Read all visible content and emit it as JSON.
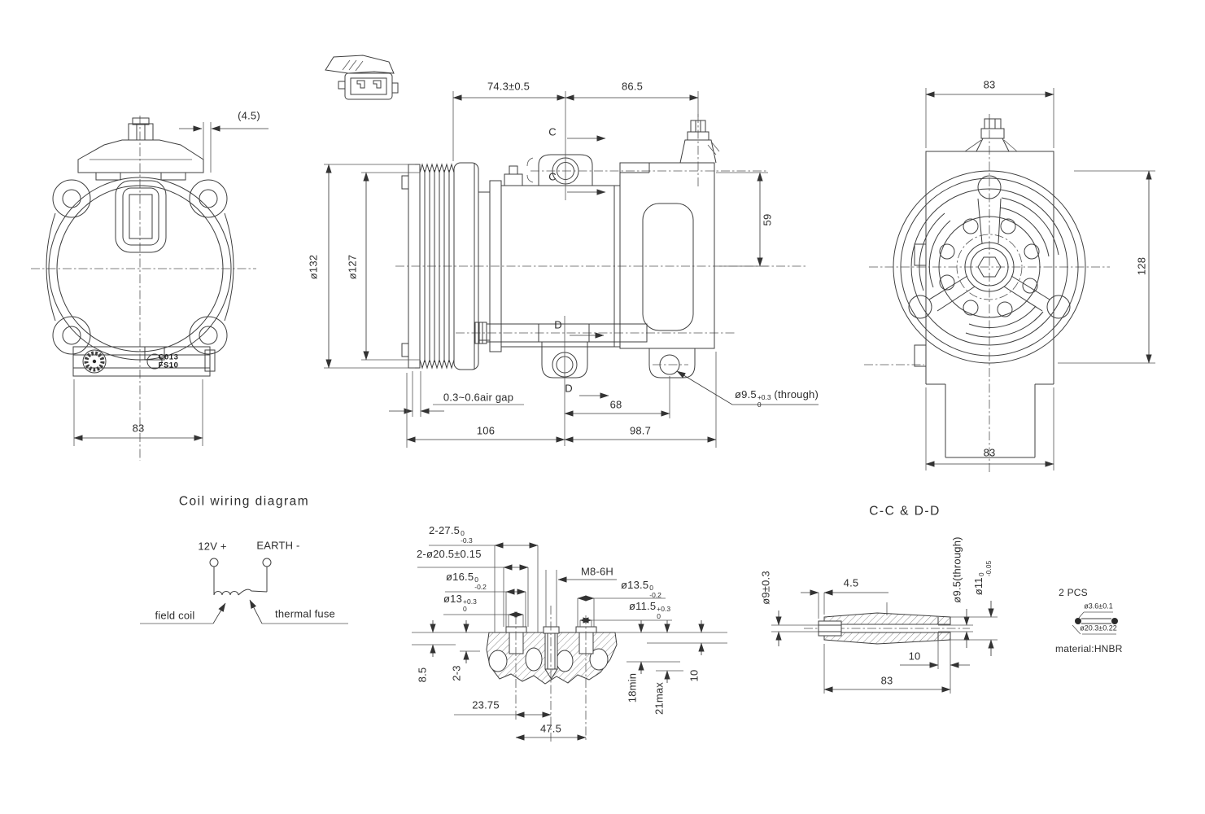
{
  "colors": {
    "line": "#3f3f3f",
    "background": "#ffffff"
  },
  "front": {
    "dim_offset": "(4.5)",
    "dim_width": "83",
    "code_line1": "C013",
    "code_line2": "FS10"
  },
  "side": {
    "dim_front": "74.3±0.5",
    "dim_rear": "86.5",
    "dim_pulley_od": "ø132",
    "dim_pulley_inner": "ø127",
    "dim_height": "59",
    "air_gap": "0.3~0.6air gap",
    "dim_ear_to_hole": "68",
    "dim_front_length": "106",
    "dim_rear_length": "98.7",
    "hole_main": "ø9.5",
    "hole_tol_sup": "+0.3",
    "hole_tol_sub": "0",
    "hole_suffix": "(through)",
    "section_c": "C",
    "section_d": "D"
  },
  "rear": {
    "dim_top": "83",
    "dim_side": "128",
    "dim_bottom": "83"
  },
  "coil": {
    "title": "Coil wiring diagram",
    "terminal_positive": "12V +",
    "terminal_negative": "EARTH -",
    "label_field_coil": "field coil",
    "label_thermal_fuse": "thermal fuse"
  },
  "shaft": {
    "d1_main": "2-27.5",
    "d1_sup": "0",
    "d1_sub": "-0.3",
    "d2": "2-ø20.5±0.15",
    "d3_main": "ø16.5",
    "d3_sup": "0",
    "d3_sub": "-0.2",
    "d4_main": "ø13",
    "d4_sup": "+0.3",
    "d4_sub": "0",
    "thread": "M8-6H",
    "d5_main": "ø13.5",
    "d5_sup": "0",
    "d5_sub": "-0.2",
    "d6_main": "ø11.5",
    "d6_sup": "+0.3",
    "d6_sub": "0",
    "v_depth1": "8.5",
    "v_depth2": "2-3",
    "h_offset": "23.75",
    "h_span": "47.5",
    "r_depth1": "18min",
    "r_depth2": "21max",
    "r_depth3": "10"
  },
  "ccdd": {
    "title": "C-C & D-D",
    "dia_bore": "ø9±0.3",
    "lip": "4.5",
    "dia_through": "ø9.5(through)",
    "dia_od_main": "ø11",
    "dia_od_sup": "0",
    "dia_od_sub": "-0.05",
    "depth": "10",
    "length": "83"
  },
  "oring": {
    "qty": "2 PCS",
    "dia_cross_section": "ø3.6±0.1",
    "dia_outer": "ø20.3±0.22",
    "material": "material:HNBR"
  }
}
